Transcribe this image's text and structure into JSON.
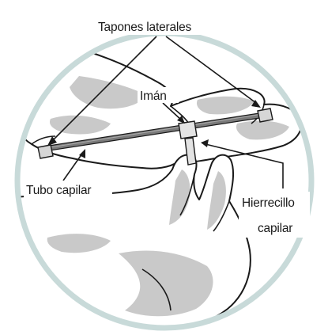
{
  "labels": {
    "side_caps": "Tapones laterales",
    "magnet": "Imán",
    "capillary_tube": "Tubo capilar",
    "capillary_rod_line1": "Hierrecillo",
    "capillary_rod_line2": "capilar"
  },
  "colors": {
    "ring": "#c8dad9",
    "shadow": "#c9c9c9",
    "outline": "#1a1a1a",
    "tube": "#555555",
    "cap": "#d6d6d6",
    "background": "#ffffff"
  }
}
